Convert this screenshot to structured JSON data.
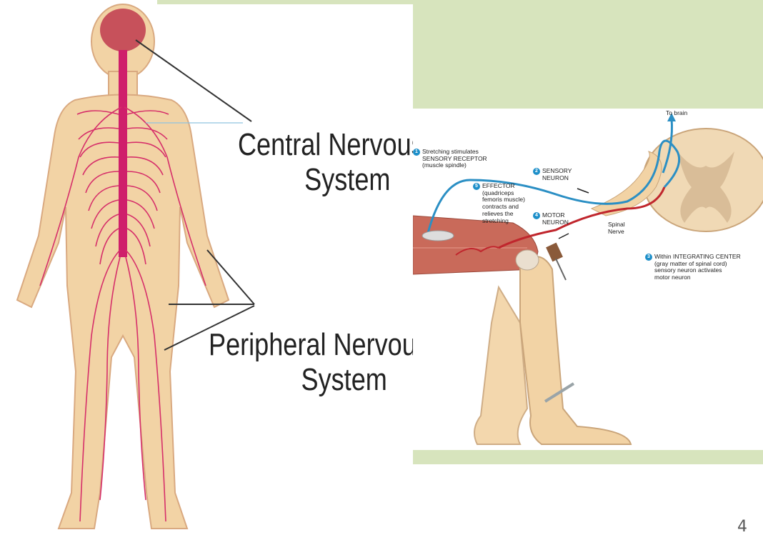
{
  "slide": {
    "number": "4"
  },
  "body_diagram": {
    "labels": {
      "cns_line1": "Central Nervous",
      "cns_line2": "System",
      "pns_line1": "Peripheral Nervous",
      "pns_line2": "System"
    }
  },
  "reflex_diagram": {
    "to_brain": "To brain",
    "spinal_nerve": "Spinal\nNerve",
    "steps": [
      {
        "num": "1",
        "text": "Stretching stimulates\nSENSORY RECEPTOR\n(muscle spindle)"
      },
      {
        "num": "2",
        "text": "SENSORY\nNEURON"
      },
      {
        "num": "3",
        "text": "Within INTEGRATING CENTER\n(gray matter of spinal cord)\nsensory neuron activates\nmotor neuron"
      },
      {
        "num": "4",
        "text": "MOTOR\nNEURON"
      },
      {
        "num": "5",
        "text": "EFFECTOR\n(quadriceps\nfemoris muscle)\ncontracts and\nrelieves the\nstretching"
      }
    ],
    "colors": {
      "sensory": "#2b8fc4",
      "motor": "#c0262d",
      "skin": "#f2d3a5",
      "nerve": "#d62f6a"
    }
  }
}
